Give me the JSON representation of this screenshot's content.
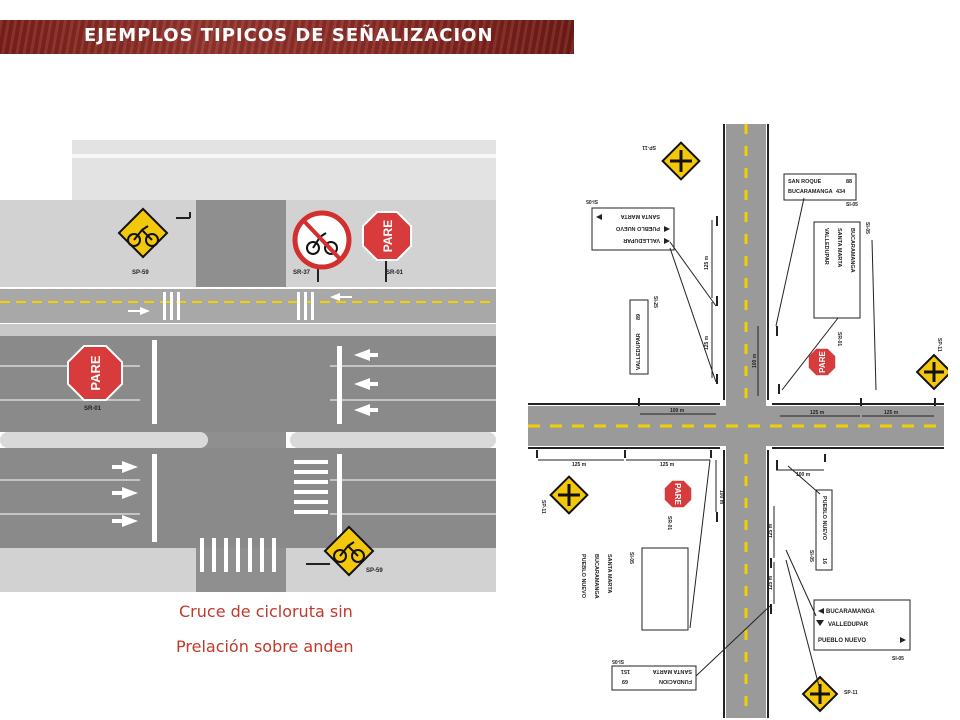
{
  "header": {
    "title": "EJEMPLOS TIPICOS DE SEÑALIZACION"
  },
  "caption": {
    "line1": "Cruce de cicloruta sin",
    "line2": "Prelación sobre anden"
  },
  "left_diagram": {
    "sign_codes": {
      "bike_warning_top": "SP-59",
      "no_bikes": "SR-37",
      "stop_top": "SR-01",
      "stop_left": "SR-01",
      "bike_warning_bottom": "SP-59"
    },
    "stop_text": "PARE"
  },
  "right_diagram": {
    "stop_text": "PARE",
    "codes": {
      "sp11": "SP-11",
      "sp11b": "SP-11",
      "sp11c": "SP-11",
      "sp11d": "SP-11",
      "si05": "SI-05",
      "si05b": "SI-05",
      "si05c": "SI-05",
      "si05d": "SI-05",
      "si05e": "SI-05",
      "si05f": "SI-05",
      "si05g": "SI-05",
      "si25": "SI-25",
      "sr01": "SR-01",
      "sr01b": "SR-01"
    },
    "distances": {
      "d1": "125 m",
      "d2": "125 m",
      "d3": "100 m",
      "d4": "100 m",
      "d5": "125 m",
      "d6": "125 m",
      "d7": "125 m",
      "d8": "125 m",
      "d9": "100 m",
      "d10": "100 m",
      "d11": "125 m",
      "d12": "125 m"
    },
    "panel_san_roque": {
      "l1": "SAN ROQUE",
      "v1": "88",
      "l2": "BUCARAMANGA",
      "v2": "434"
    },
    "panel_top_left": {
      "l1": "VALLEDUPAR",
      "l2": "PUEBLO NUEVO",
      "l3": "SANTA MARTA"
    },
    "panel_valledupar_small": {
      "l1": "VALLEDUPAR",
      "v1": "89"
    },
    "panel_right_vertical": {
      "l1": "VALLEDUPAR",
      "l2": "SANTA MARTA",
      "l3": "BUCARAMANGA"
    },
    "panel_pueblo_small": {
      "l1": "PUEBLO NUEVO",
      "v1": "16"
    },
    "panel_bottom_left": {
      "l1": "PUEBLO NUEVO",
      "l2": "BUCARAMANGA",
      "l3": "SANTA MARTA"
    },
    "panel_bottom_right": {
      "l1": "BUCARAMANGA",
      "l2": "VALLEDUPAR",
      "l3": "PUEBLO NUEVO"
    },
    "panel_fundacion": {
      "l1": "FUNDACION",
      "v1": "69",
      "l2": "SANTA MARTA",
      "v2": "151"
    }
  }
}
